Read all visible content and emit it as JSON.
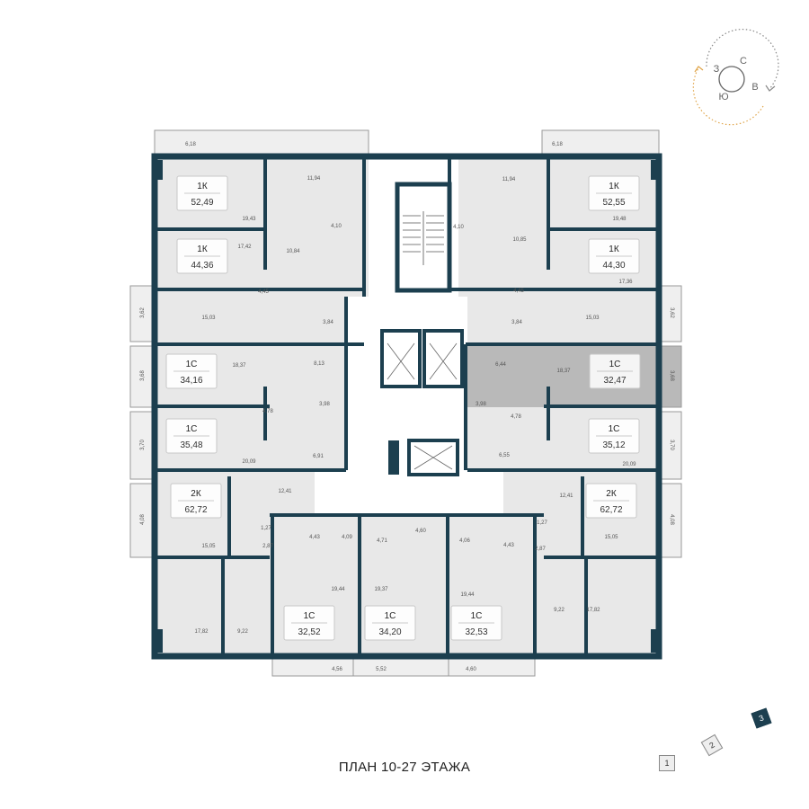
{
  "title": "ПЛАН 10-27 ЭТАЖА",
  "colors": {
    "wall": "#1c3f4f",
    "room": "#e8e8e8",
    "selected": "#b9b9b9",
    "compass_arrow": "#e0a54a"
  },
  "compass": {
    "north": "С",
    "east": "В",
    "south": "Ю",
    "west": "З"
  },
  "sections": [
    {
      "label": "1",
      "active": false
    },
    {
      "label": "2",
      "active": false
    },
    {
      "label": "3",
      "active": true
    }
  ],
  "apartments": [
    {
      "type": "1К",
      "area": "52,49"
    },
    {
      "type": "1К",
      "area": "44,36"
    },
    {
      "type": "1С",
      "area": "34,16"
    },
    {
      "type": "1С",
      "area": "35,48"
    },
    {
      "type": "2К",
      "area": "62,72"
    },
    {
      "type": "1С",
      "area": "32,52"
    },
    {
      "type": "1С",
      "area": "34,20"
    },
    {
      "type": "1С",
      "area": "32,53"
    },
    {
      "type": "2К",
      "area": "62,72"
    },
    {
      "type": "1С",
      "area": "35,12"
    },
    {
      "type": "1С",
      "area": "32,47",
      "selected": true
    },
    {
      "type": "1К",
      "area": "44,30"
    },
    {
      "type": "1К",
      "area": "52,55"
    }
  ],
  "rooms": [
    "6,18",
    "11,94",
    "19,43",
    "4,10",
    "17,42",
    "10,84",
    "4,45",
    "15,03",
    "3,84",
    "18,37",
    "8,13",
    "3,98",
    "4,78",
    "20,09",
    "6,91",
    "12,41",
    "1,27",
    "4,43",
    "4,09",
    "2,87",
    "15,05",
    "19,44",
    "17,82",
    "9,22",
    "4,71",
    "4,60",
    "19,37",
    "4,06",
    "4,43",
    "1,27",
    "2,87",
    "19,44",
    "9,22",
    "17,82",
    "12,41",
    "15,05",
    "6,55",
    "20,09",
    "4,78",
    "3,98",
    "6,44",
    "18,37",
    "15,03",
    "3,84",
    "4,45",
    "17,36",
    "10,85",
    "4,10",
    "11,94",
    "19,48",
    "6,18"
  ],
  "balconies": [
    "3,62",
    "3,68",
    "3,70",
    "4,08",
    "3,62",
    "3,68",
    "3,70",
    "4,08",
    "4,56",
    "5,52",
    "4,60"
  ]
}
